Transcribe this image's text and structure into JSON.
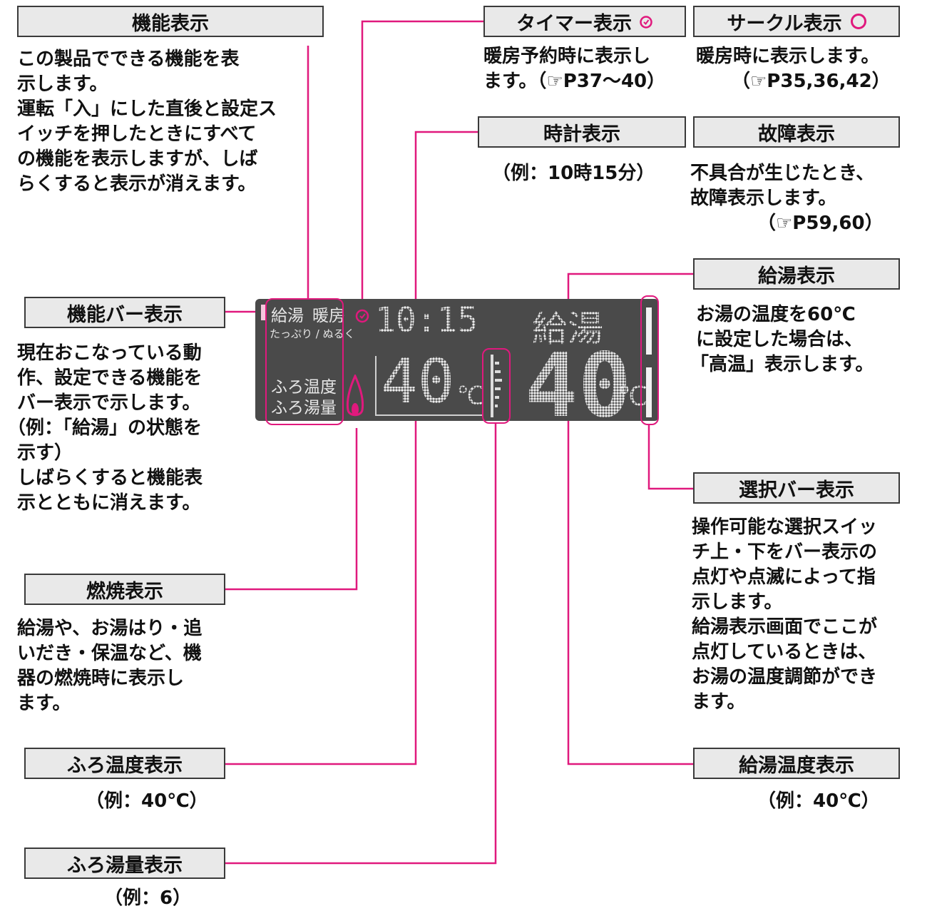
{
  "accent_color": "#e0197d",
  "labels": {
    "function_display": "機能表示",
    "function_bar": "機能バー表示",
    "combustion": "燃焼表示",
    "bath_temp": "ふろ温度表示",
    "bath_volume": "ふろ湯量表示",
    "timer": "タイマー表示",
    "circle": "サークル表示",
    "clock": "時計表示",
    "fault": "故障表示",
    "hot_water": "給湯表示",
    "select_bar": "選択バー表示",
    "hot_water_temp": "給湯温度表示"
  },
  "descriptions": {
    "function_display": [
      "この製品でできる機能を表",
      "示します。",
      "運転「入」にした直後と設定ス",
      "イッチを押したときにすべて",
      "の機能を表示しますが、しば",
      "らくすると表示が消えます。"
    ],
    "function_bar": [
      "現在おこなっている動",
      "作、設定できる機能を",
      "バー表示で示します。",
      "（例：「給湯」の状態を",
      "示す）",
      "しばらくすると機能表",
      "示とともに消えます。"
    ],
    "combustion": [
      "給湯や、お湯はり・追",
      "いだき・保温など、機",
      "器の燃焼時に表示し",
      "ます。"
    ],
    "bath_temp_example": "（例：40℃）",
    "bath_volume_example": "（例：6）",
    "timer": [
      "暖房予約時に表示し",
      "ます。（☞P37～40）"
    ],
    "circle": [
      "暖房時に表示します。",
      "（☞P35,36,42）"
    ],
    "clock_example": "（例：10時15分）",
    "fault": [
      "不具合が生じたとき、",
      "故障表示します。",
      "（☞P59,60）"
    ],
    "hot_water": [
      "お湯の温度を60℃",
      "に設定した場合は、",
      "「高温」表示します。"
    ],
    "select_bar": [
      "操作可能な選択スイッ",
      "チ上・下をバー表示の",
      "点灯や点滅によって指",
      "示します。",
      "給湯表示画面でここが",
      "点灯しているときは、",
      "お湯の温度調節ができ",
      "ます。"
    ],
    "hot_water_temp_example": "（例：40℃）"
  },
  "lcd": {
    "func_1": "給湯",
    "func_2": "暖房",
    "func_3": "たっぷり / ぬるく",
    "bath_temp_label": "ふろ温度",
    "bath_volume_label": "ふろ湯量",
    "clock": "10:15",
    "mode": "給湯",
    "bath_temp_value": "40",
    "unit": "℃",
    "hot_water_temp_value": "40"
  }
}
